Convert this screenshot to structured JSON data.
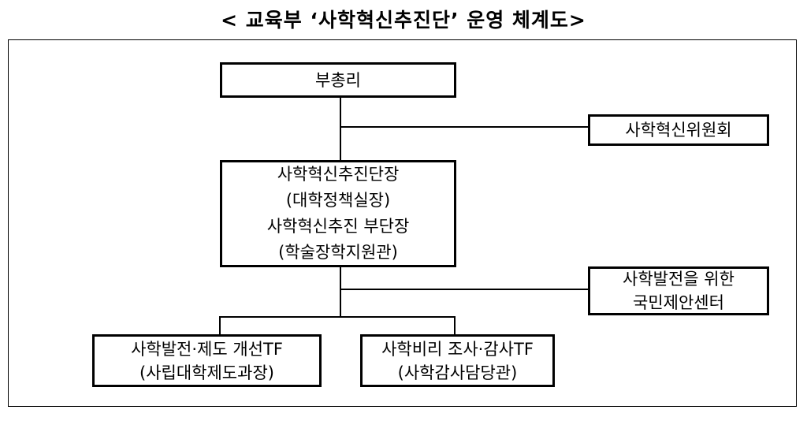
{
  "title": "< 교육부 ‘사학혁신추진단’ 운영 체계도>",
  "nodes": {
    "deputy_pm": "부총리",
    "committee": "사학혁신위원회",
    "head_line1": "사학혁신추진단장",
    "head_line2": "(대학정책실장)",
    "head_line3": "사학혁신추진 부단장",
    "head_line4": "(학술장학지원관)",
    "center_line1": "사학발전을 위한",
    "center_line2": "국민제안센터",
    "tf1_line1": "사학발전·제도 개선TF",
    "tf1_line2": "(사립대학제도과장)",
    "tf2_line1": "사학비리 조사·감사TF",
    "tf2_line2": "(사학감사담당관)"
  }
}
